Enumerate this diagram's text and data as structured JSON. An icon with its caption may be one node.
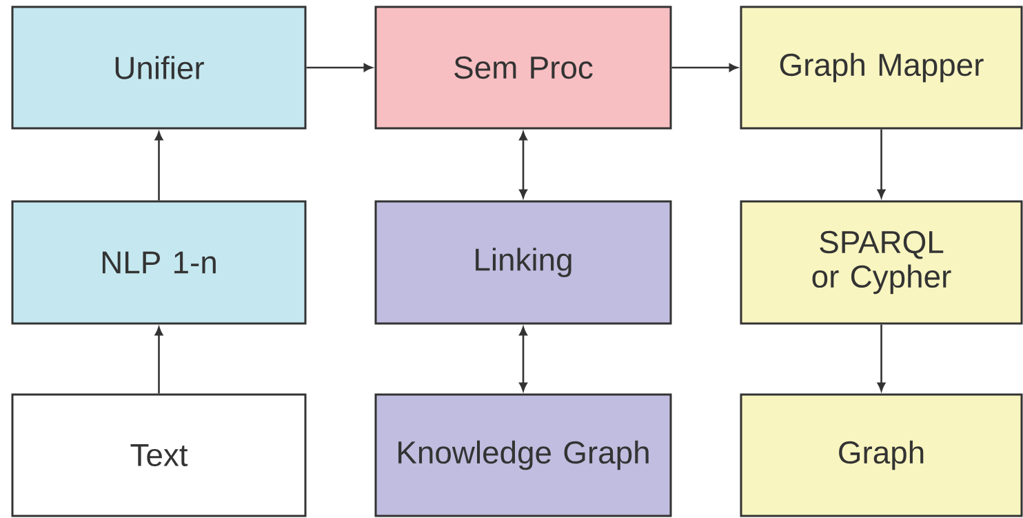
{
  "diagram": {
    "nodes": [
      {
        "text": [
          "Unifier"
        ]
      },
      {
        "text": [
          "Sem Proc"
        ]
      },
      {
        "text": [
          "Graph Mapper"
        ]
      },
      {
        "text": [
          "NLP 1-n"
        ]
      },
      {
        "text": [
          "Linking"
        ]
      },
      {
        "text": [
          "SPARQL or Cypher"
        ]
      },
      {
        "text": [
          "Text"
        ]
      },
      {
        "text": [
          "Knowledge Graph"
        ]
      },
      {
        "text": [
          "Graph"
        ]
      }
    ],
    "edges": [
      {
        "from": 0,
        "to": 1,
        "arrow": "to"
      },
      {
        "from": 1,
        "to": 2,
        "arrow": "to"
      },
      {
        "from": 3,
        "to": 0,
        "arrow": "to"
      },
      {
        "from": 6,
        "to": 3,
        "arrow": "to"
      },
      {
        "from": 1,
        "to": 4,
        "arrow": "both"
      },
      {
        "from": 4,
        "to": 7,
        "arrow": "both"
      },
      {
        "from": 2,
        "to": 5,
        "arrow": "to"
      },
      {
        "from": 5,
        "to": 8,
        "arrow": "to"
      }
    ]
  }
}
